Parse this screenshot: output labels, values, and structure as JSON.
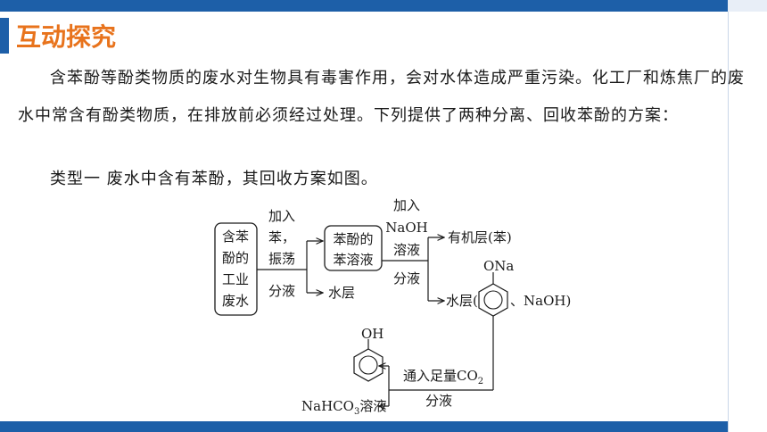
{
  "header": {
    "title": "互动探究"
  },
  "body": {
    "paragraph": "含苯酚等酚类物质的废水对生物具有毒害作用，会对水体造成严重污染。化工厂和炼焦厂的废水中常含有酚类物质，在排放前必须经过处理。下列提供了两种分离、回收苯酚的方案：",
    "type_line": "类型一  废水中含有苯酚，其回收方案如图。"
  },
  "diagram": {
    "box1": [
      "含苯",
      "酚的",
      "工业",
      "废水"
    ],
    "box2": [
      "苯酚的",
      "苯溶液"
    ],
    "step1": [
      "加入",
      "苯，",
      "振荡"
    ],
    "step1_after": "分液",
    "water_layer_1": "水层",
    "step2": [
      "加入",
      "NaOH",
      "溶液"
    ],
    "step2_after": "分液",
    "organic_layer": "有机层(苯)",
    "water_layer_2_prefix": "水层(",
    "water_layer_2_suffix": "、NaOH)",
    "ona_label": "ONa",
    "oh_label": "OH",
    "co2_prefix": "通入足量CO",
    "co2_sub": "2",
    "step3_after": "分液",
    "nahco3_prefix": "NaHCO",
    "nahco3_sub": "3",
    "nahco3_suffix": "溶液"
  }
}
